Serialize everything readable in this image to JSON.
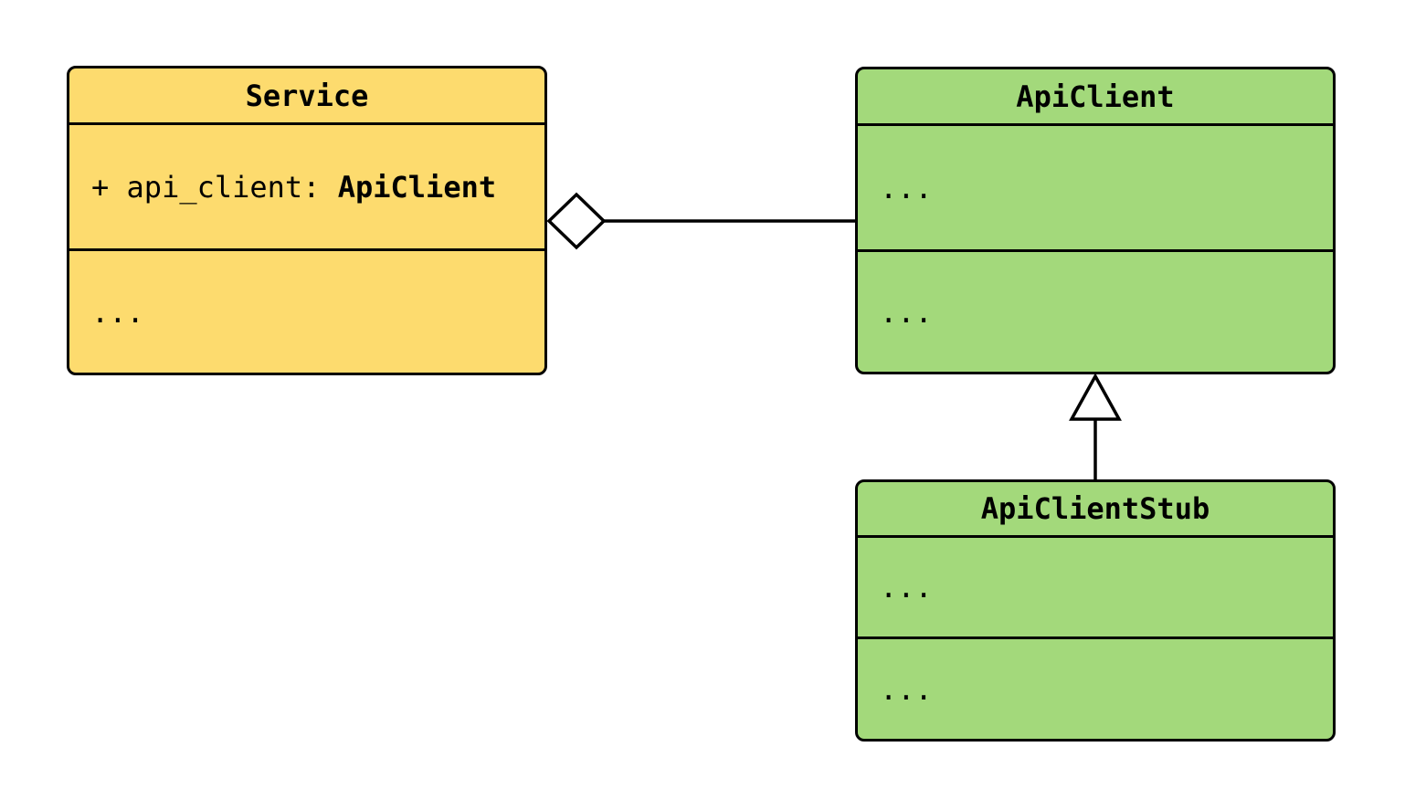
{
  "colors": {
    "background": "#FFFFFF",
    "stroke": "#000000",
    "service_fill": "#FDDB6E",
    "api_client_fill": "#A3D97B",
    "api_client_stub_fill": "#A3D97B"
  },
  "classes": {
    "service": {
      "title": "Service",
      "attribute_prefix": "+ api_client: ",
      "attribute_type": "ApiClient",
      "methods_placeholder": "..."
    },
    "api_client": {
      "title": "ApiClient",
      "attributes_placeholder": "...",
      "methods_placeholder": "..."
    },
    "api_client_stub": {
      "title": "ApiClientStub",
      "attributes_placeholder": "...",
      "methods_placeholder": "..."
    }
  },
  "relations": [
    {
      "type": "aggregation",
      "from": "Service",
      "to": "ApiClient",
      "marker": "open-diamond"
    },
    {
      "type": "inheritance",
      "from": "ApiClientStub",
      "to": "ApiClient",
      "marker": "open-triangle"
    }
  ]
}
